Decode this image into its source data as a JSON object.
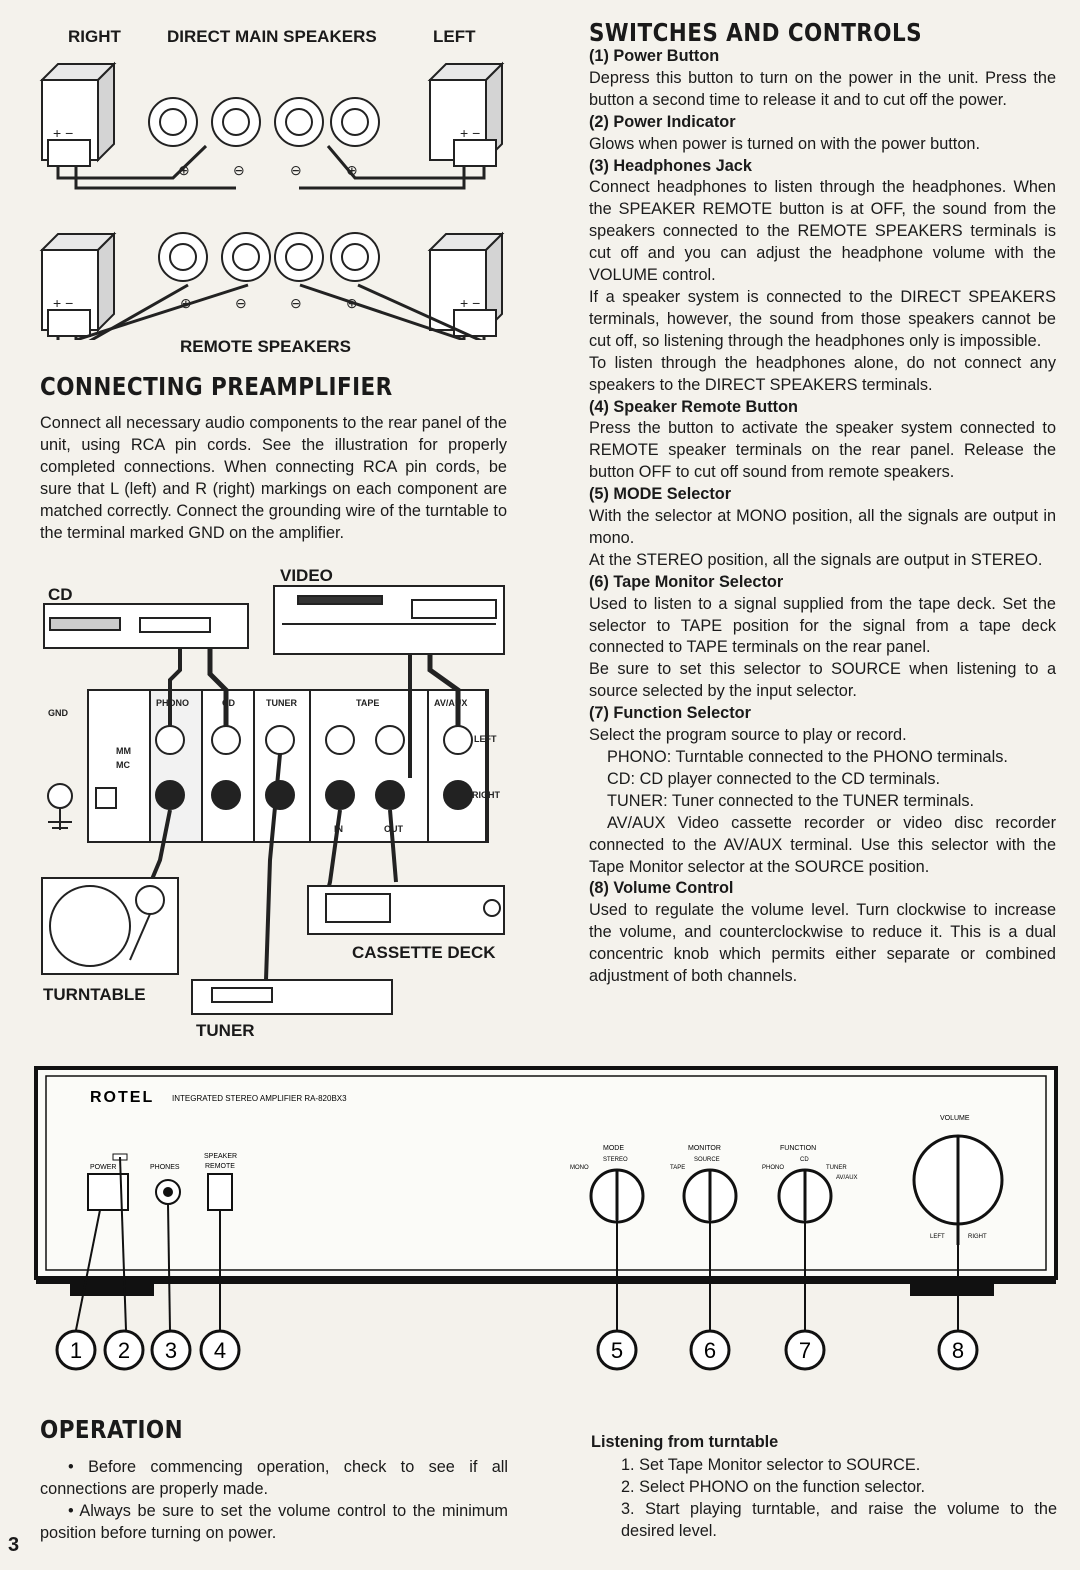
{
  "speaker_diagram": {
    "label_right": "RIGHT",
    "label_direct": "DIRECT MAIN SPEAKERS",
    "label_left": "LEFT",
    "label_remote": "REMOTE SPEAKERS"
  },
  "connecting": {
    "title": "CONNECTING PREAMPLIFIER",
    "body": "Connect all necessary audio components to the rear panel of the unit, using RCA pin cords. See the illustration for properly completed connections. When connecting RCA pin cords, be sure that L (left) and R (right) markings on each component are matched correctly. Connect the grounding wire of the turntable to the terminal marked GND on the amplifier."
  },
  "connection_diagram": {
    "cd": "CD",
    "video": "VIDEO",
    "gnd": "GND",
    "phono": "PHONO",
    "cd_in": "CD",
    "tuner_in": "TUNER",
    "tape": "TAPE",
    "av_aux": "AV/AUX",
    "left": "LEFT",
    "right": "RIGHT",
    "mm": "MM",
    "mc": "MC",
    "in": "IN",
    "out": "OUT",
    "cassette_deck": "CASSETTE DECK",
    "turntable": "TURNTABLE",
    "tuner": "TUNER"
  },
  "switches": {
    "title": "SWITCHES AND CONTROLS",
    "items": [
      {
        "heading": "(1) Power Button",
        "paras": [
          "Depress this button to turn on the power in the unit. Press the button a second time to release it and to cut off the power."
        ]
      },
      {
        "heading": "(2) Power Indicator",
        "paras": [
          "Glows when power is turned on with the power button."
        ]
      },
      {
        "heading": "(3) Headphones Jack",
        "paras": [
          "Connect headphones to listen through the headphones. When the SPEAKER REMOTE button is at OFF, the sound from the speakers connected to the REMOTE SPEAKERS terminals is cut off and you can adjust the headphone volume with the VOLUME control.",
          "If a speaker system is connected to the DIRECT SPEAKERS terminals, however, the sound from those speakers cannot be cut off, so listening through the headphones only is impossible.",
          "To listen through the headphones alone, do not connect any speakers to the DIRECT SPEAKERS terminals."
        ]
      },
      {
        "heading": "(4) Speaker Remote Button",
        "paras": [
          "Press the button to activate the speaker system connected to REMOTE speaker terminals on the rear panel. Release the button OFF to cut off sound from remote speakers."
        ]
      },
      {
        "heading": "(5) MODE Selector",
        "paras": [
          "With the selector at MONO position, all the signals are output in mono.",
          "At the STEREO position, all the signals are output in STEREO."
        ]
      },
      {
        "heading": "(6) Tape Monitor Selector",
        "paras": [
          "Used to listen to a signal supplied from the tape deck. Set the selector to TAPE position for the signal from a tape deck connected to TAPE terminals on the rear panel.",
          "Be sure to set this selector to SOURCE when listening to a source selected by the input selector."
        ]
      },
      {
        "heading": "(7) Function Selector",
        "paras": [
          "Select the program source to play or record."
        ]
      }
    ],
    "function_list": [
      "PHONO: Turntable connected to the PHONO terminals.",
      "CD: CD player connected to the CD terminals.",
      "TUNER: Tuner connected to the TUNER terminals."
    ],
    "avaux_para": "AV/AUX Video cassette recorder or video disc recorder connected to the AV/AUX terminal. Use this selector with the Tape Monitor selector at the SOURCE position.",
    "vol_heading": "(8) Volume Control",
    "vol_para": "Used to regulate the volume level. Turn clockwise to increase the volume, and counterclockwise to reduce it. This is a dual concentric knob which permits either separate or combined adjustment of both channels."
  },
  "front_panel": {
    "brand": "ROTEL",
    "model_text": "INTEGRATED STEREO AMPLIFIER   RA-820BX3",
    "power": "POWER",
    "phones": "PHONES",
    "speaker": "SPEAKER",
    "remote": "REMOTE",
    "mode": "MODE",
    "stereo": "STEREO",
    "mono": "MONO",
    "monitor": "MONITOR",
    "source": "SOURCE",
    "tape": "TAPE",
    "function": "FUNCTION",
    "cd": "CD",
    "phono": "PHONO",
    "tuner": "TUNER",
    "avaux": "AV/AUX",
    "volume": "VOLUME",
    "left": "LEFT",
    "right": "RIGHT",
    "callouts": [
      "1",
      "2",
      "3",
      "4",
      "5",
      "6",
      "7",
      "8"
    ]
  },
  "operation": {
    "title": "OPERATION",
    "bullets": [
      "Before commencing operation, check to see if all connections are properly made.",
      "Always be sure to set the volume control to the minimum position before turning on power."
    ]
  },
  "listening": {
    "heading": "Listening from turntable",
    "steps": [
      "1. Set Tape Monitor selector to SOURCE.",
      "2. Select PHONO on the function selector.",
      "3. Start playing turntable, and raise the volume to the desired level."
    ]
  },
  "page_number": "3"
}
